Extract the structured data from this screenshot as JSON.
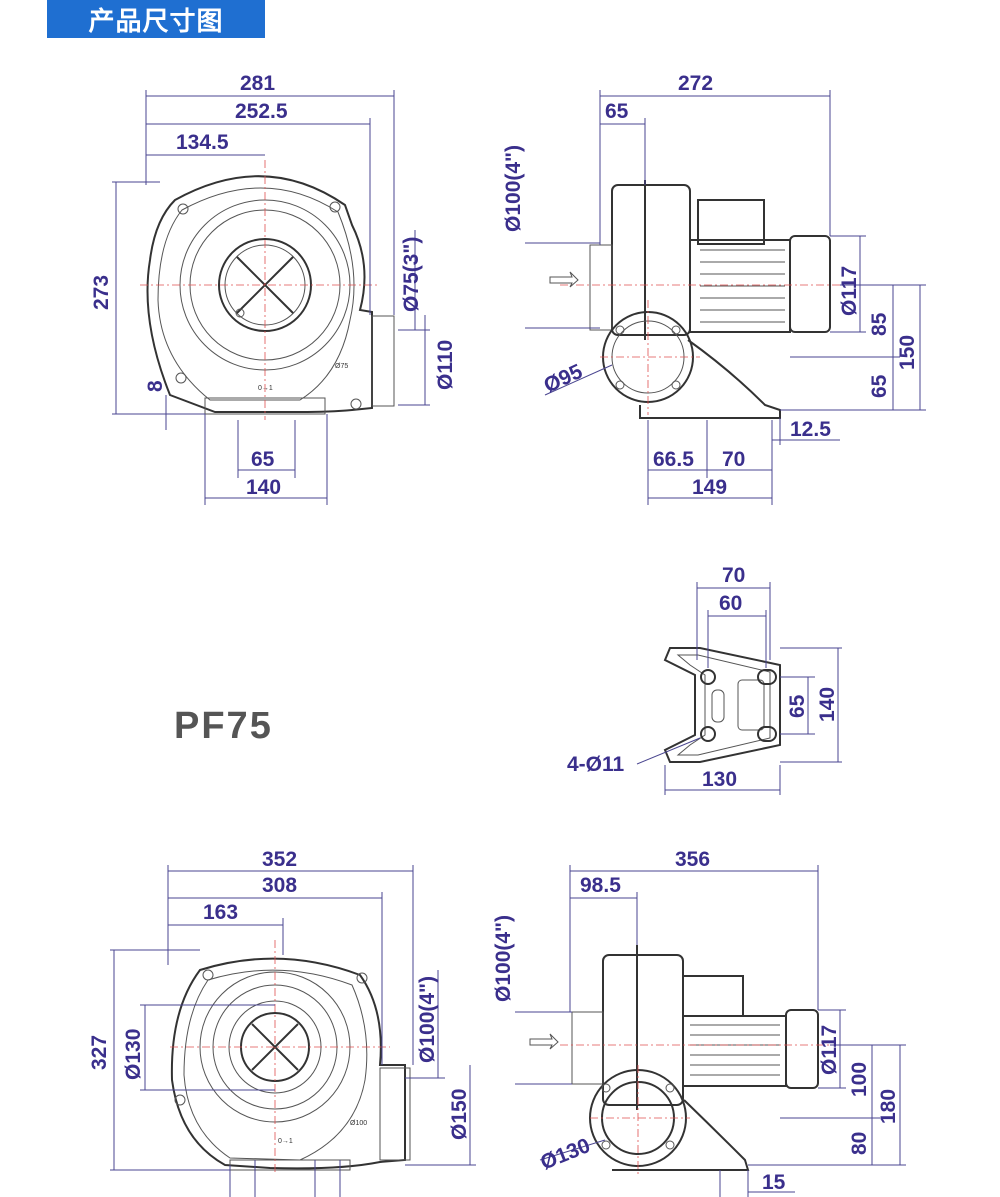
{
  "header": {
    "title": "产品尺寸图",
    "color": "#1f6fd1"
  },
  "model_label": "PF75",
  "dims": {
    "v1_281": "281",
    "v1_252": "252.5",
    "v1_134": "134.5",
    "v1_273": "273",
    "v1_8": "8",
    "v1_75": "Ø75(3\")",
    "v1_110": "Ø110",
    "v1_65": "65",
    "v1_140": "140",
    "v1_small": "Ø75",
    "v1_mark": "0→1",
    "v2_272": "272",
    "v2_65": "65",
    "v2_100": "Ø100(4\")",
    "v2_95": "Ø95",
    "v2_117": "Ø117",
    "v2_85": "85",
    "v2_150": "150",
    "v2_65b": "65",
    "v2_12": "12.5",
    "v2_66": "66.5",
    "v2_70": "70",
    "v2_149": "149",
    "base_70": "70",
    "base_60": "60",
    "base_65": "65",
    "base_140": "140",
    "base_hole": "4-Ø11",
    "base_130": "130",
    "v3_352": "352",
    "v3_308": "308",
    "v3_163": "163",
    "v3_327": "327",
    "v3_130": "Ø130",
    "v3_100": "Ø100(4\")",
    "v3_150": "Ø150",
    "v3_small": "Ø100",
    "v3_mark": "0→1",
    "v4_356": "356",
    "v4_98": "98.5",
    "v4_100": "Ø100(4\")",
    "v4_117": "Ø117",
    "v4_100b": "100",
    "v4_180": "180",
    "v4_80": "80",
    "v4_130": "Ø130",
    "v4_15": "15"
  }
}
